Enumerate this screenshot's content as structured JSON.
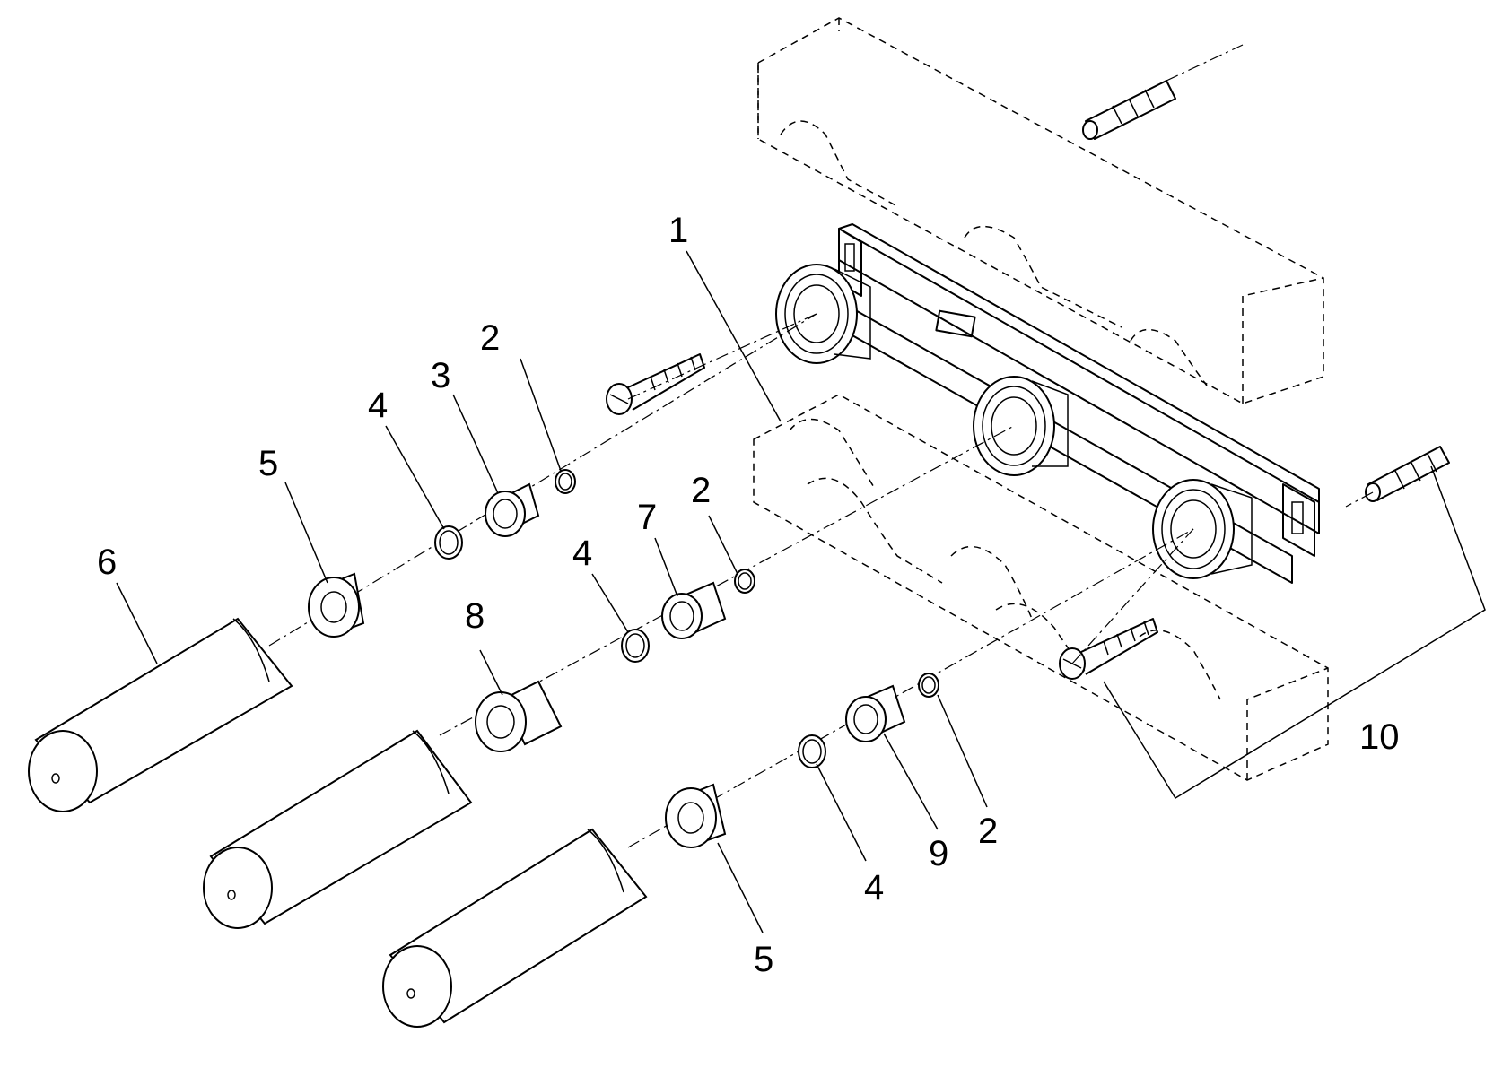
{
  "callouts": {
    "c1": "1",
    "c2a": "2",
    "c2b": "2",
    "c2c": "2",
    "c3": "3",
    "c4a": "4",
    "c4b": "4",
    "c4c": "4",
    "c5a": "5",
    "c5b": "5",
    "c6": "6",
    "c7": "7",
    "c8": "8",
    "c9": "9",
    "c10": "10"
  },
  "colors": {
    "line": "#000000",
    "background": "#ffffff"
  }
}
